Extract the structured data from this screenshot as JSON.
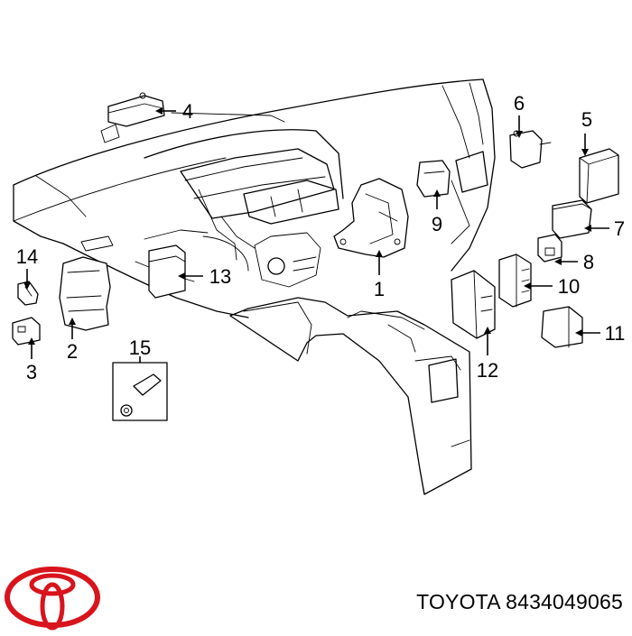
{
  "diagram": {
    "callouts": [
      "1",
      "2",
      "3",
      "4",
      "5",
      "6",
      "7",
      "8",
      "9",
      "10",
      "11",
      "12",
      "13",
      "14",
      "15"
    ],
    "caption": "TOYOTA 8434049065",
    "colors": {
      "logo": "#d8141c",
      "line": "#000000",
      "background": "#ffffff"
    },
    "icons": [
      "toyota-logo-icon"
    ]
  }
}
